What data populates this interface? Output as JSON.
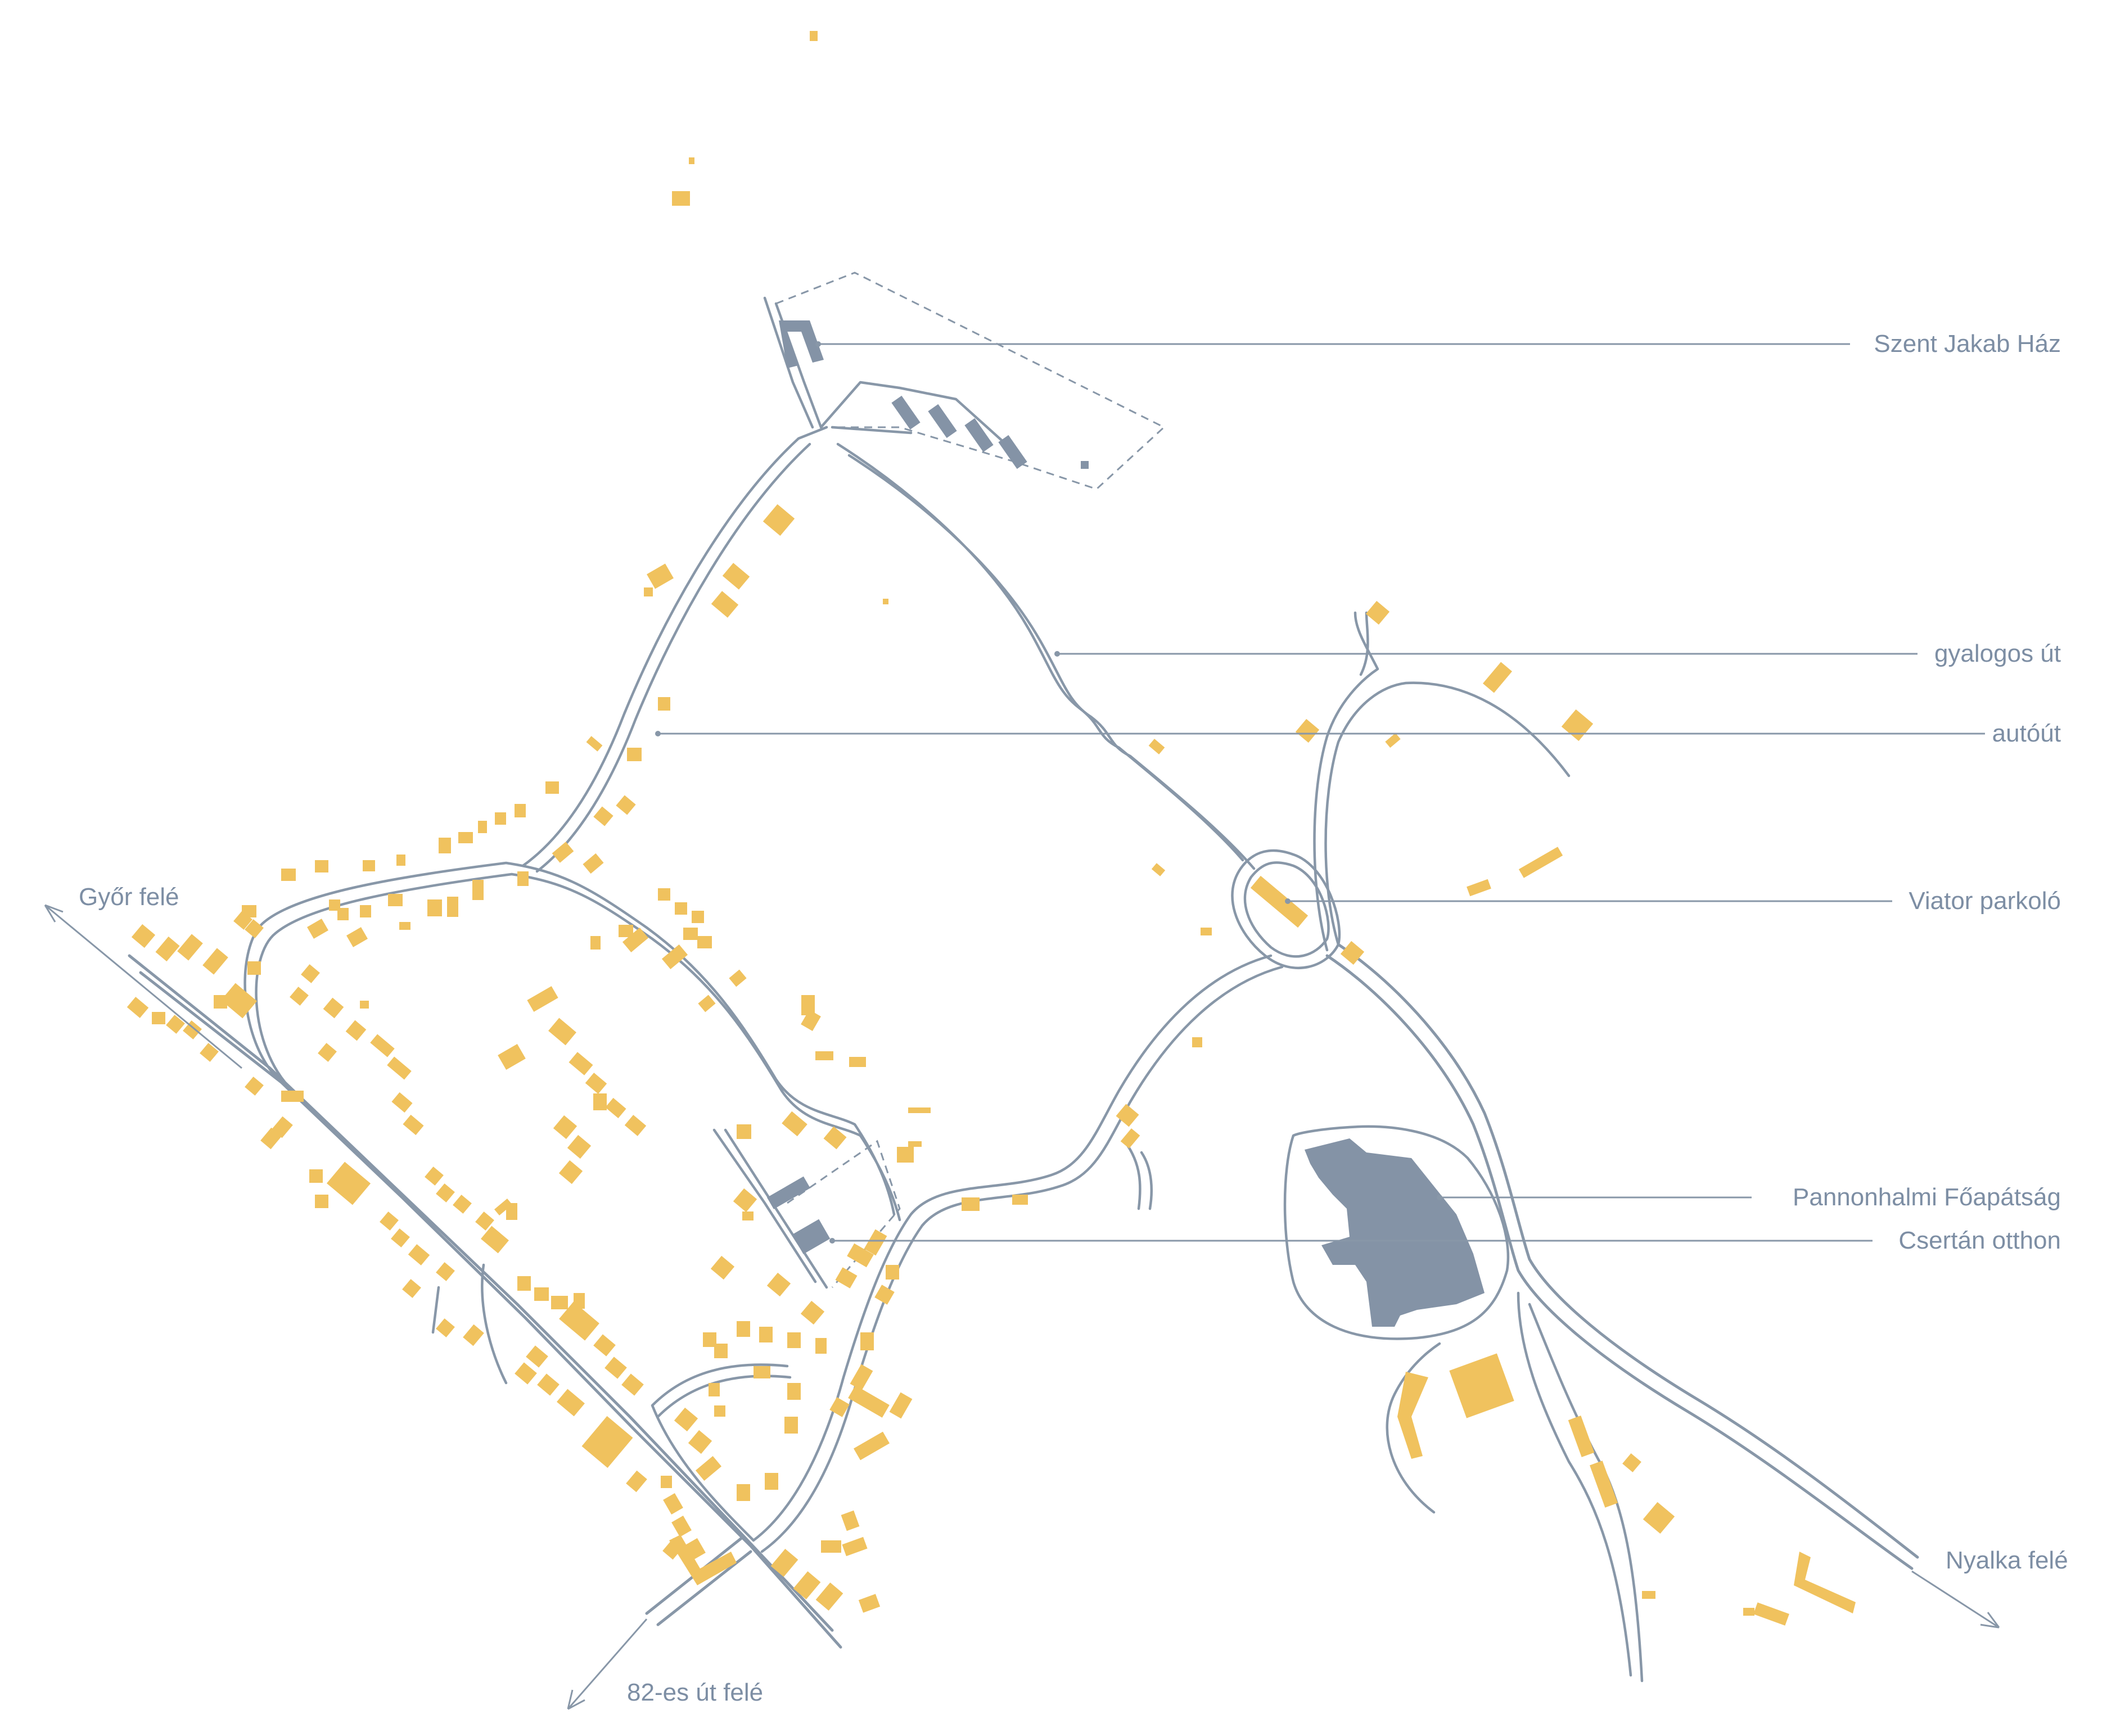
{
  "map": {
    "colors": {
      "road": "#8897a8",
      "residential_building": "#f0c25e",
      "landmark_building": "#8493a6",
      "label_text": "#7d8ea4",
      "background": "#ffffff"
    },
    "landmarks": [
      {
        "id": "szent-jakab",
        "label": "Szent Jakab Ház"
      },
      {
        "id": "gyalogos",
        "label": "gyalogos út"
      },
      {
        "id": "autout",
        "label": "autóút"
      },
      {
        "id": "viator",
        "label": "Viator parkoló"
      },
      {
        "id": "foapatsag",
        "label": "Pannonhalmi Főapátság"
      },
      {
        "id": "csertan",
        "label": "Csertán otthon"
      }
    ],
    "directions": {
      "gyor": "Győr felé",
      "ut82": "82-es út felé",
      "nyalka": "Nyalka felé"
    }
  }
}
